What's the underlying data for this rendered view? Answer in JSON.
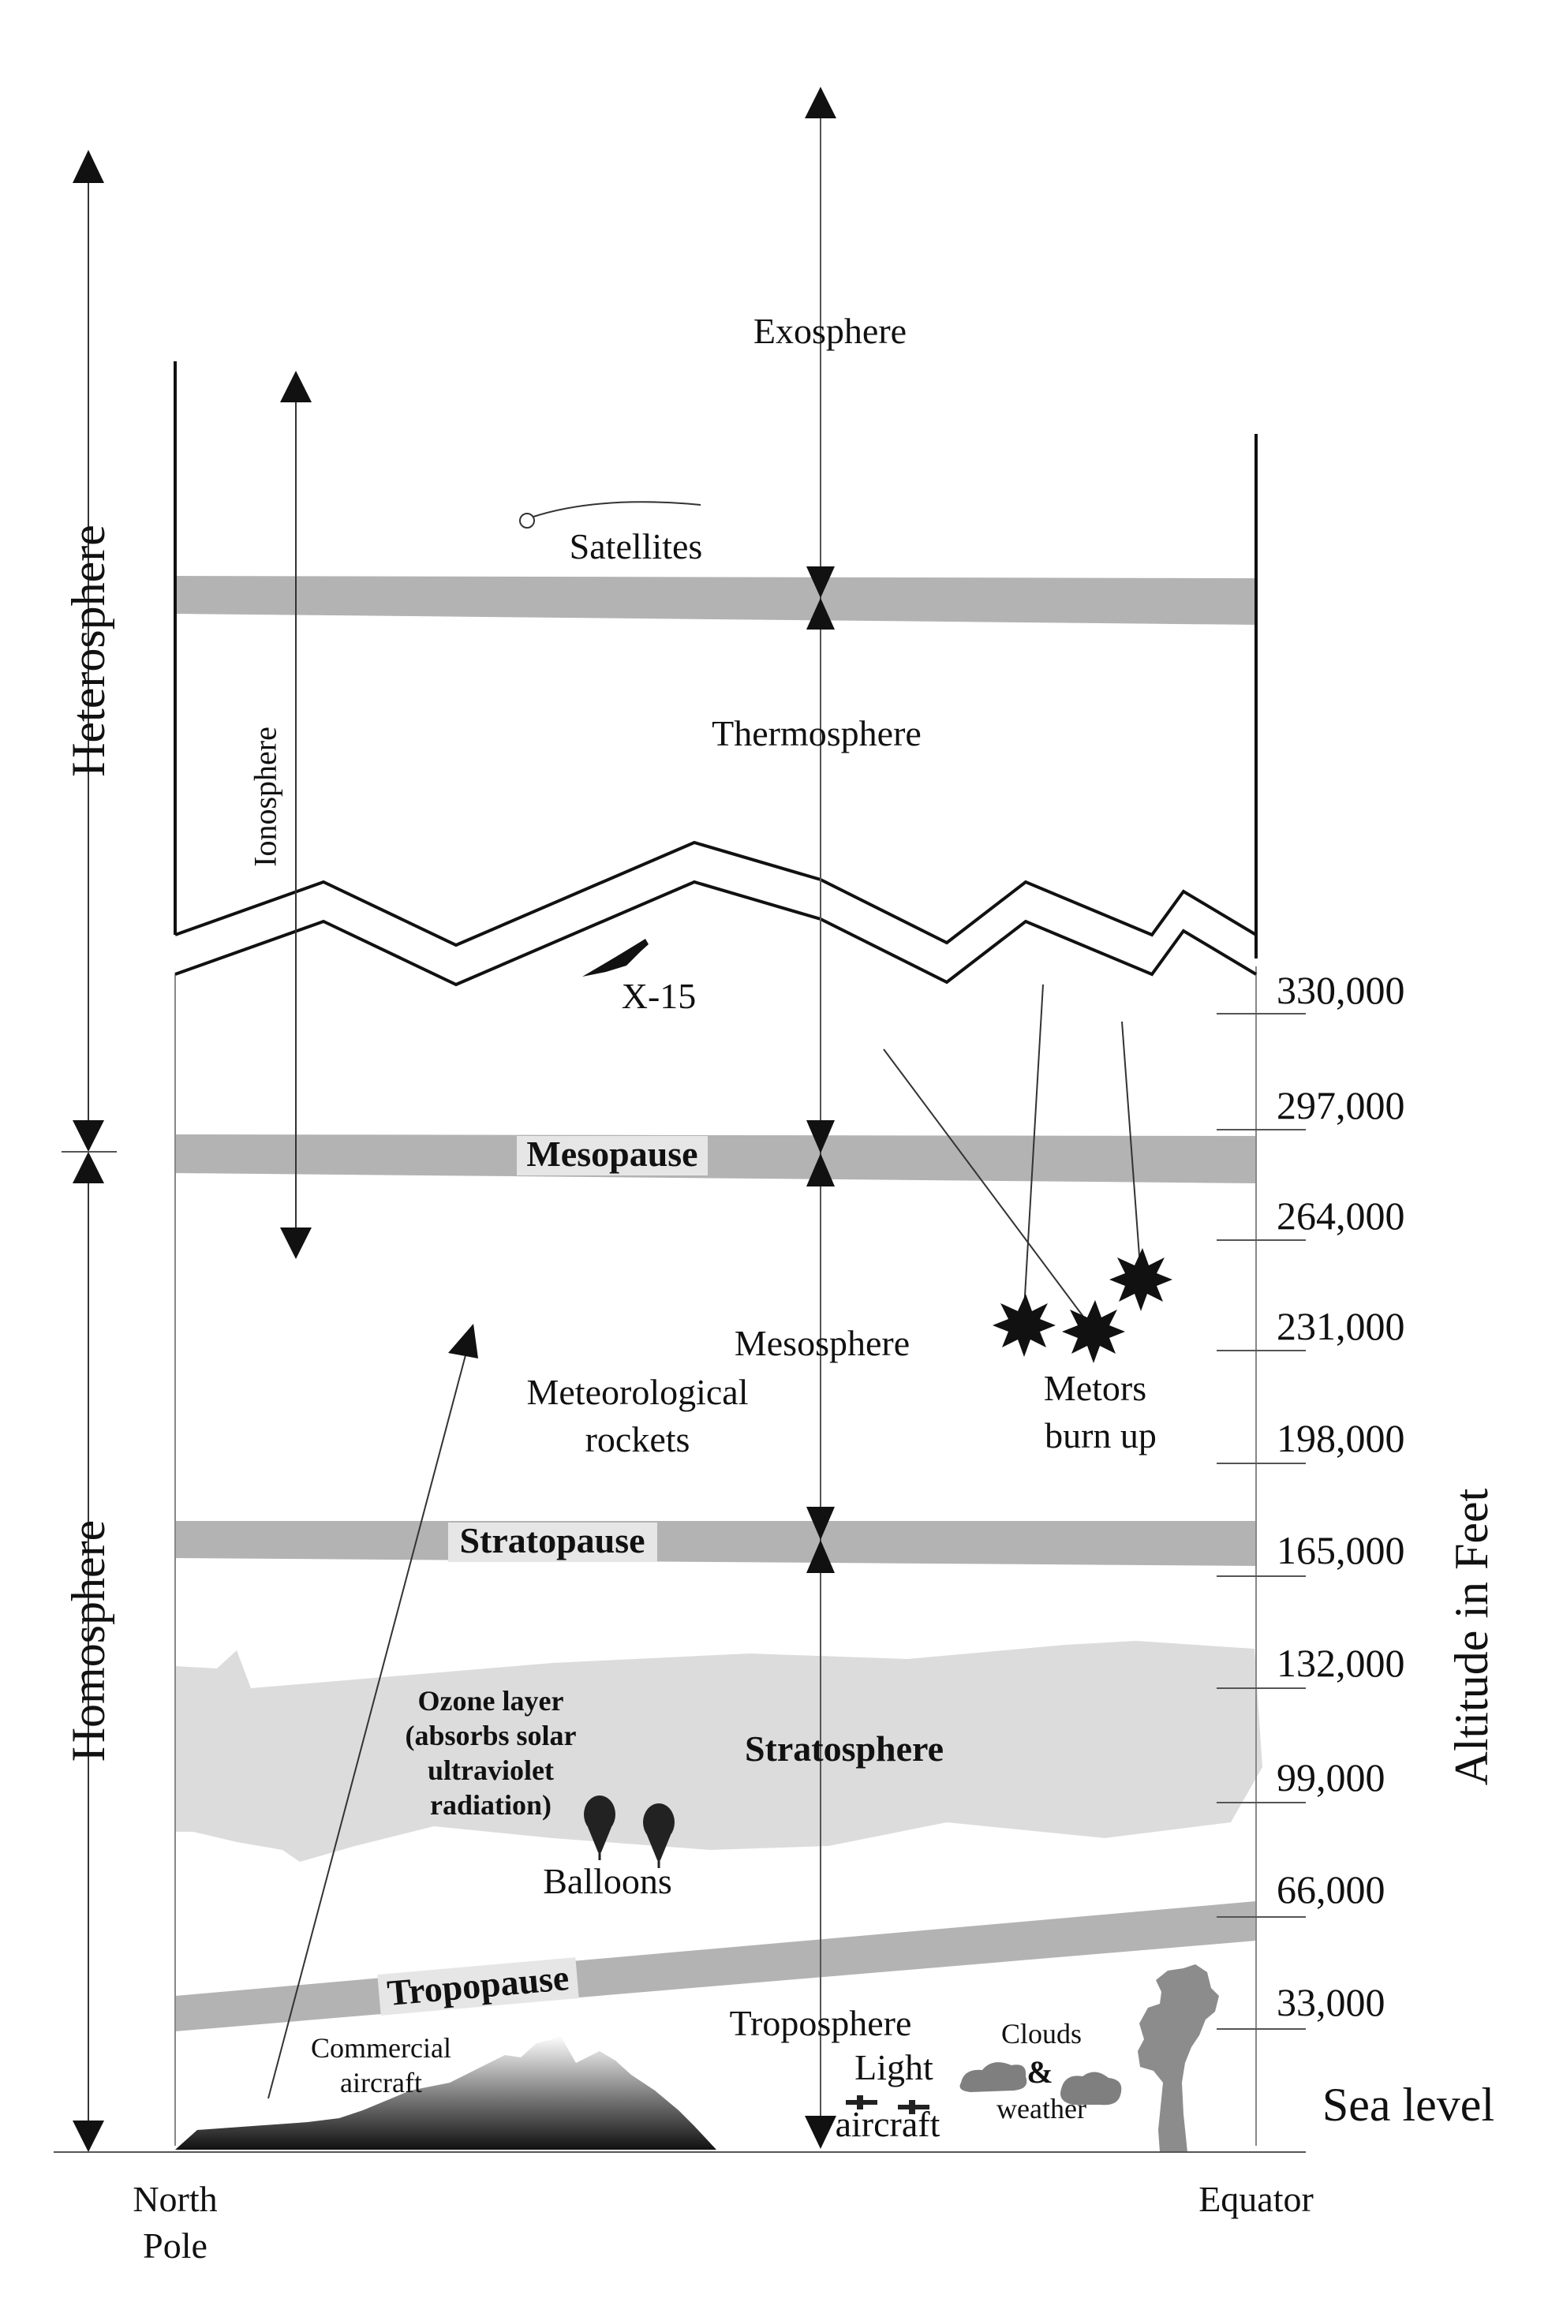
{
  "colors": {
    "band": "#b3b3b3",
    "ozone": "#dcdcdc",
    "ink": "#111111",
    "tree": "#8c8c8c",
    "cloud": "#7f7f7f",
    "label_bg": "#e6e6e6"
  },
  "spheres": {
    "heterosphere": "Heterosphere",
    "homosphere": "Homosphere"
  },
  "layers": {
    "exosphere": "Exosphere",
    "thermosphere": "Thermosphere",
    "mesosphere": "Mesosphere",
    "stratosphere": "Stratosphere",
    "troposphere": "Troposphere",
    "ionosphere": "Ionosphere"
  },
  "boundaries": {
    "mesopause": "Mesopause",
    "stratopause": "Stratopause",
    "tropopause": "Tropopause"
  },
  "features": {
    "satellites": "Satellites",
    "x15": "X-15",
    "meteorological_rockets": [
      "Meteorological",
      "rockets"
    ],
    "meteors": [
      "Metors",
      "burn up"
    ],
    "ozone": [
      "Ozone layer",
      "(absorbs solar",
      "ultraviolet",
      "radiation)"
    ],
    "balloons": "Balloons",
    "commercial_aircraft": [
      "Commercial",
      "aircraft"
    ],
    "light_aircraft": [
      "Light",
      "aircraft"
    ],
    "clouds": [
      "Clouds",
      "&",
      "weather"
    ]
  },
  "altitude_axis": {
    "title": "Altitude in Feet",
    "ticks": [
      "330,000",
      "297,000",
      "264,000",
      "231,000",
      "198,000",
      "165,000",
      "132,000",
      "99,000",
      "66,000",
      "33,000"
    ],
    "sea_level": "Sea level"
  },
  "base_labels": {
    "north_pole": [
      "North",
      "Pole"
    ],
    "equator": "Equator"
  }
}
